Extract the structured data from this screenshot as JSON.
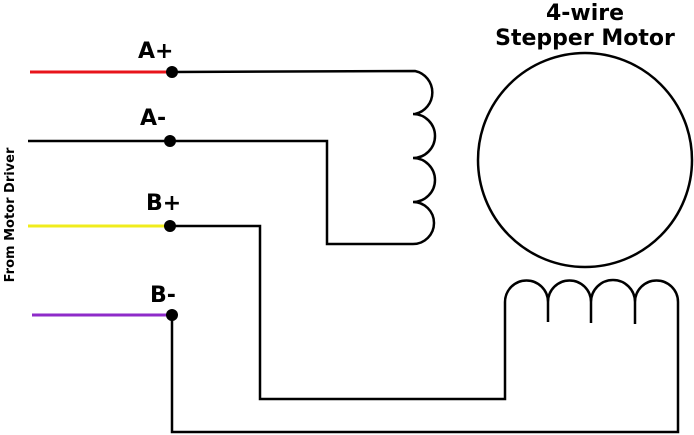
{
  "title_line1": "4-wire",
  "title_line2": "Stepper Motor",
  "side_label": "From Motor Driver",
  "terminals": [
    {
      "label": "A+",
      "color": "#e8141b"
    },
    {
      "label": "A-",
      "color": "#000000"
    },
    {
      "label": "B+",
      "color": "#f0ec1c"
    },
    {
      "label": "B-",
      "color": "#8e2bc9"
    }
  ]
}
